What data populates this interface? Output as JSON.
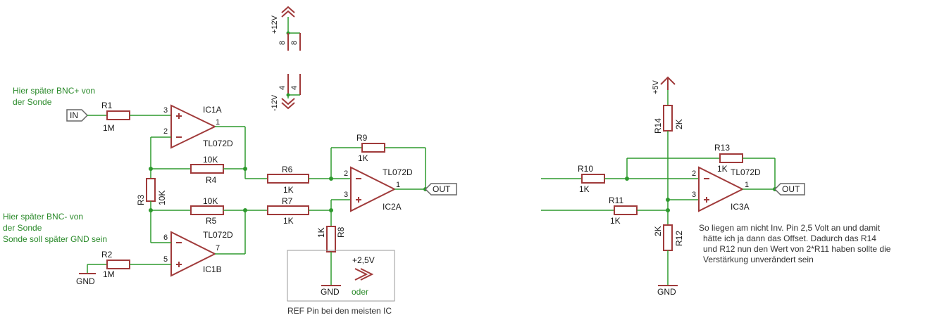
{
  "colors": {
    "wire": "#2e9a2e",
    "component": "#a03a3a",
    "text": "#1a1a1a",
    "note": "#2a8a2a"
  },
  "supply": {
    "pos_label": "+12V",
    "pos_pin_a": "8",
    "pos_pin_b": "8",
    "neg_label": "-12V",
    "neg_pin_a": "4",
    "neg_pin_b": "4"
  },
  "notes": {
    "bnc_plus_line1": "Hier später BNC+ von",
    "bnc_plus_line2": "der Sonde",
    "bnc_minus_line1": "Hier später BNC- von",
    "bnc_minus_line2": "der Sonde",
    "bnc_minus_line3": "Sonde soll später GND sein",
    "offset_line1": "So liegen am nicht Inv. Pin 2,5 Volt an und damit",
    "offset_line2": "hätte ich ja dann das Offset. Dadurch das R14",
    "offset_line3": "und R12 nun den Wert von 2*R11 haben sollte die",
    "offset_line4": "Verstärkung unverändert sein",
    "ref_box": "REF Pin bei den meisten IC",
    "oder": "oder"
  },
  "ports": {
    "in": "IN",
    "out1": "OUT",
    "out2": "OUT"
  },
  "components": {
    "r1": {
      "name": "R1",
      "value": "1M"
    },
    "r2": {
      "name": "R2",
      "value": "1M"
    },
    "r3": {
      "name": "R3",
      "value": "10K"
    },
    "r4": {
      "name": "R4",
      "value": "10K"
    },
    "r5": {
      "name": "R5",
      "value": "10K"
    },
    "r6": {
      "name": "R6",
      "value": "1K"
    },
    "r7": {
      "name": "R7",
      "value": "1K"
    },
    "r8": {
      "name": "R8",
      "value": "1K"
    },
    "r9": {
      "name": "R9",
      "value": "1K"
    },
    "r10": {
      "name": "R10",
      "value": "1K"
    },
    "r11": {
      "name": "R11",
      "value": "1K"
    },
    "r12": {
      "name": "R12",
      "value": "2K"
    },
    "r13": {
      "name": "R13",
      "value": "1K"
    },
    "r14": {
      "name": "R14",
      "value": "2K"
    },
    "ic1a": {
      "name": "IC1A",
      "type": "TL072D",
      "pin_plus": "3",
      "pin_minus": "2",
      "pin_out": "1"
    },
    "ic1b": {
      "name": "IC1B",
      "type": "TL072D",
      "pin_minus": "6",
      "pin_plus": "5",
      "pin_out": "7"
    },
    "ic2a": {
      "name": "IC2A",
      "type": "TL072D",
      "pin_minus": "2",
      "pin_plus": "3",
      "pin_out": "1"
    },
    "ic3a": {
      "name": "IC3A",
      "type": "TL072D",
      "pin_minus": "2",
      "pin_plus": "3",
      "pin_out": "1"
    }
  },
  "rails": {
    "gnd1": "GND",
    "gnd2": "GND",
    "gnd3": "GND",
    "v25": "+2,5V",
    "v5": "+5V"
  }
}
